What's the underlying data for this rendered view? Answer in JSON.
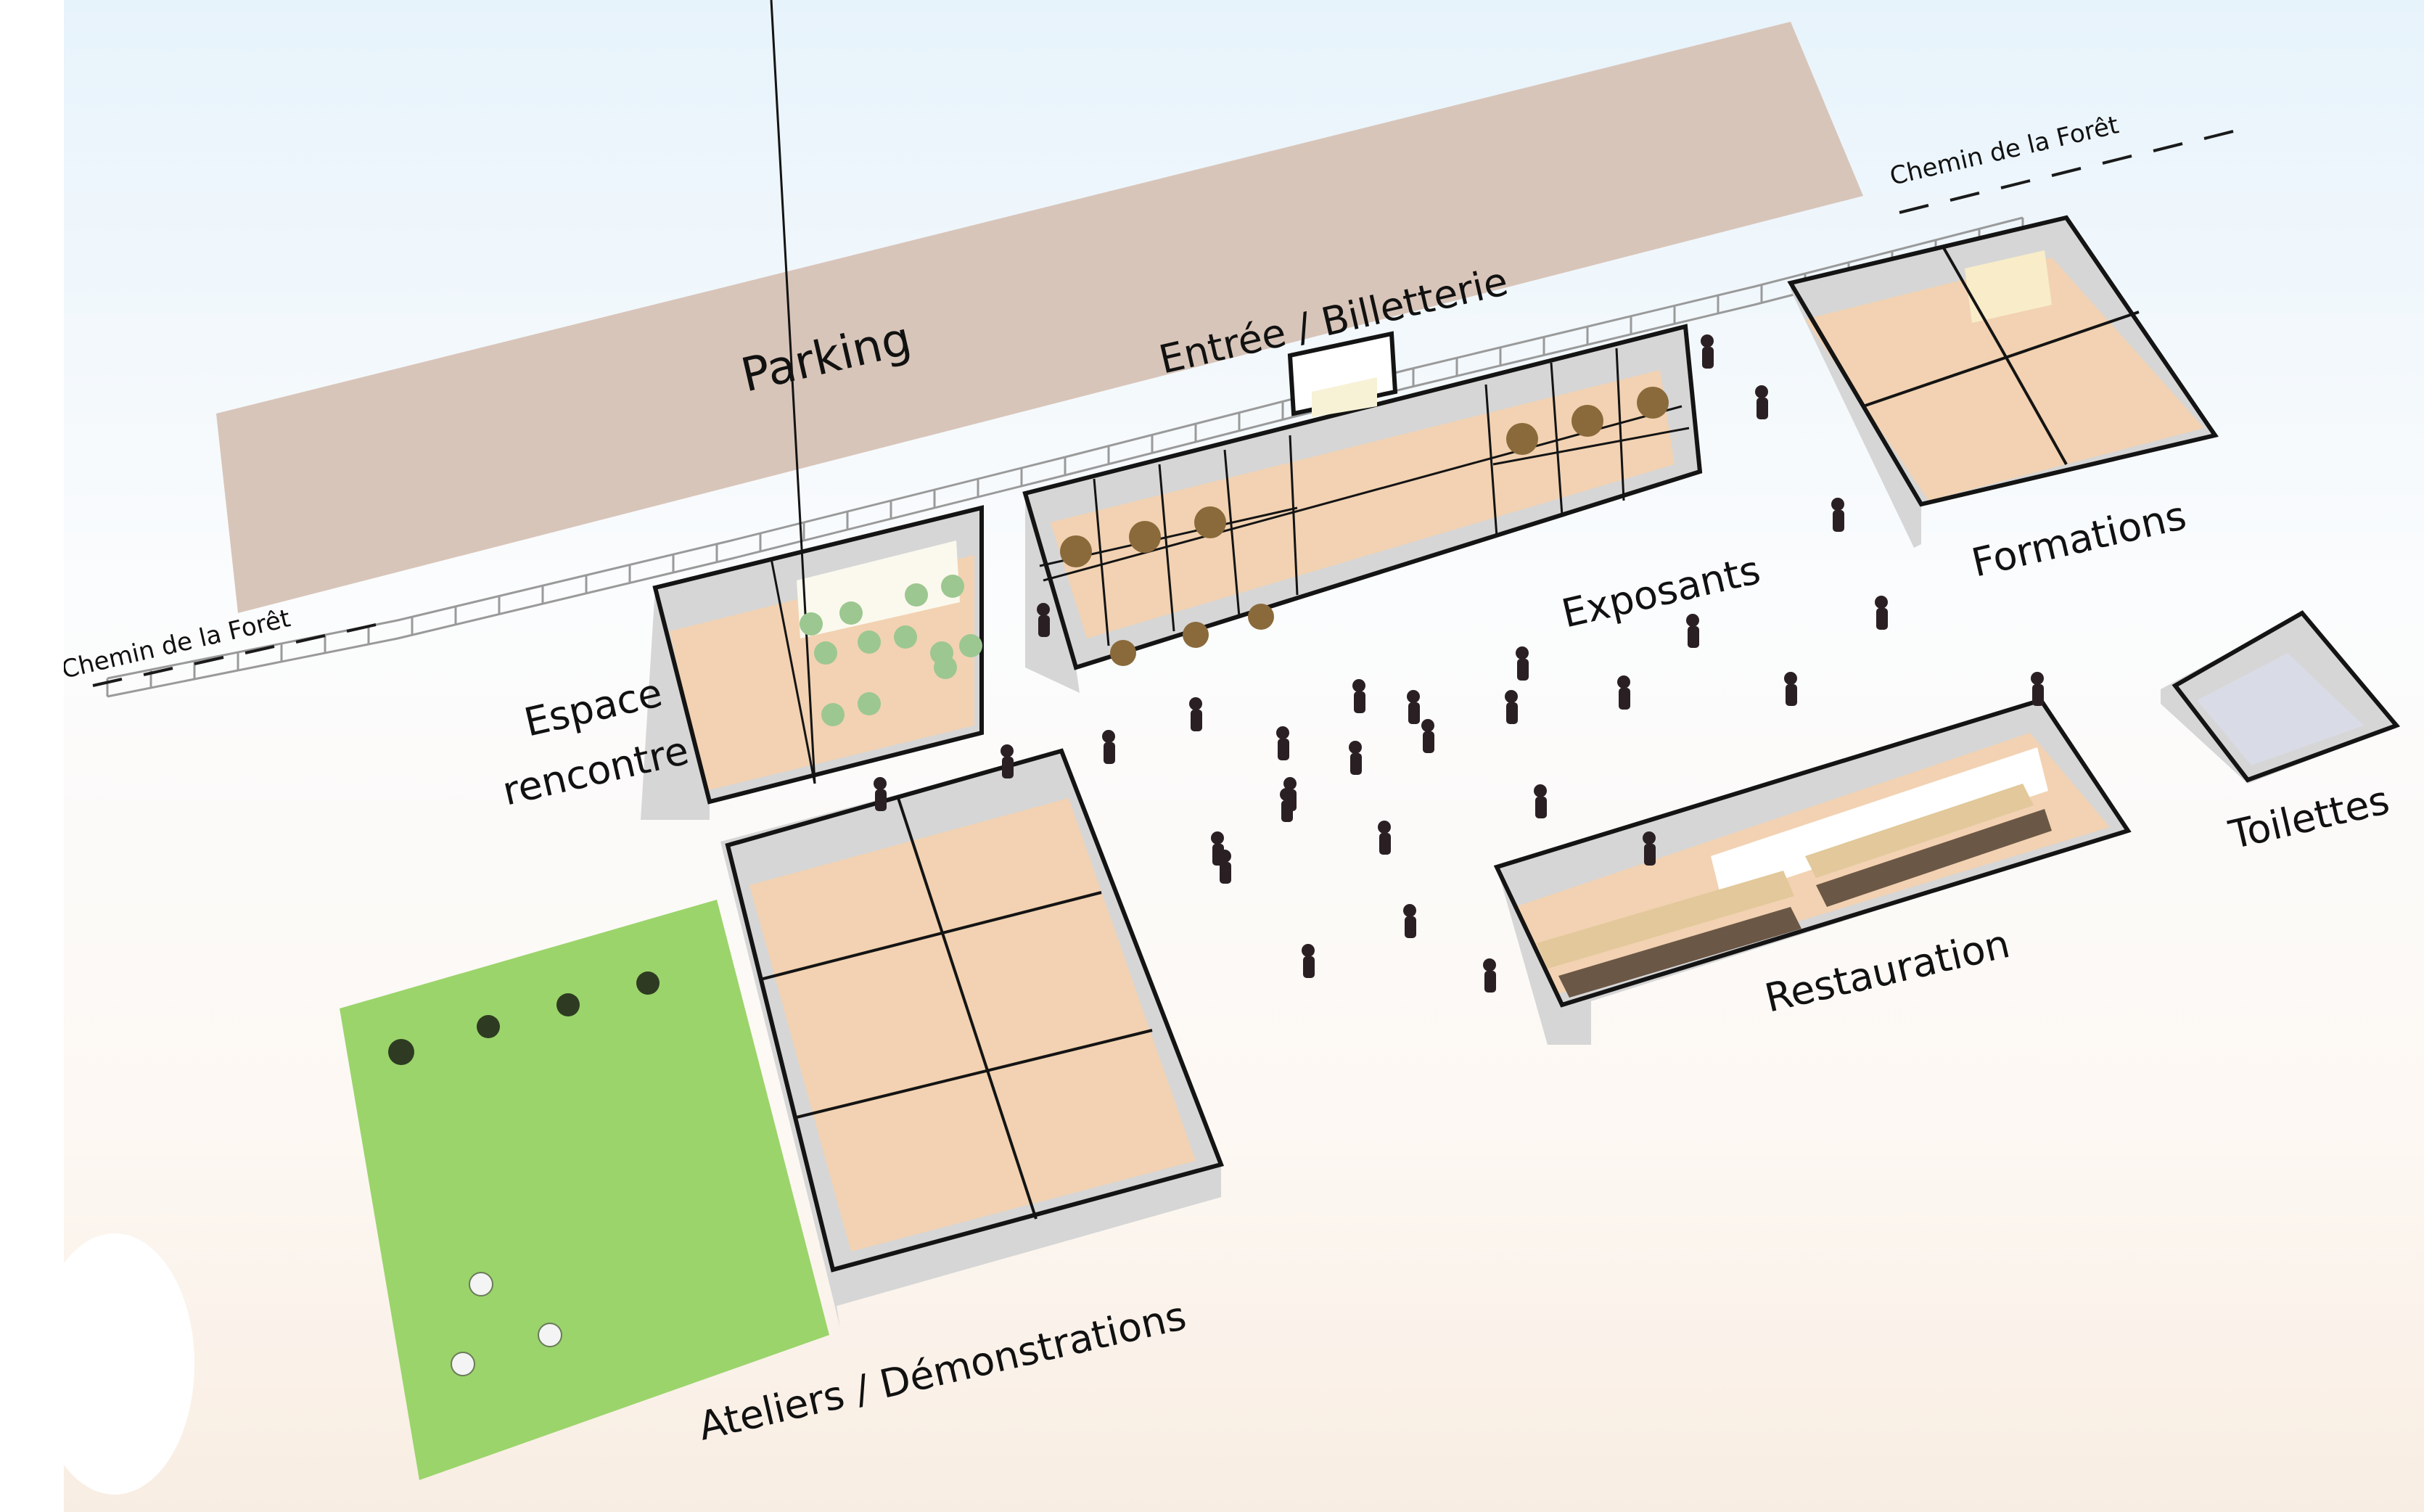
{
  "labels": {
    "parking": "Parking",
    "entree": "Entrée / Billetterie",
    "exposants": "Exposants",
    "formations": "Formations",
    "espace_line1": "Espace",
    "espace_line2": "rencontre",
    "toilettes": "Toilettes",
    "restauration": "Restauration",
    "ateliers": "Ateliers / Démonstrations",
    "chemin_left": "Chemin de la Forêt",
    "chemin_right": "Chemin de la Forêt"
  },
  "colors": {
    "parking": "#d8c5b9",
    "floor": "#f2d2b2",
    "wall": "#d6d6d6",
    "outline": "#141414",
    "grass": "#9bd46b",
    "person": "#2a2024",
    "table": "#9cc790",
    "toilet_floor": "#d9dbe6"
  },
  "icons": [
    "person-figure",
    "tree-icon",
    "flower-icon",
    "round-table-icon"
  ]
}
